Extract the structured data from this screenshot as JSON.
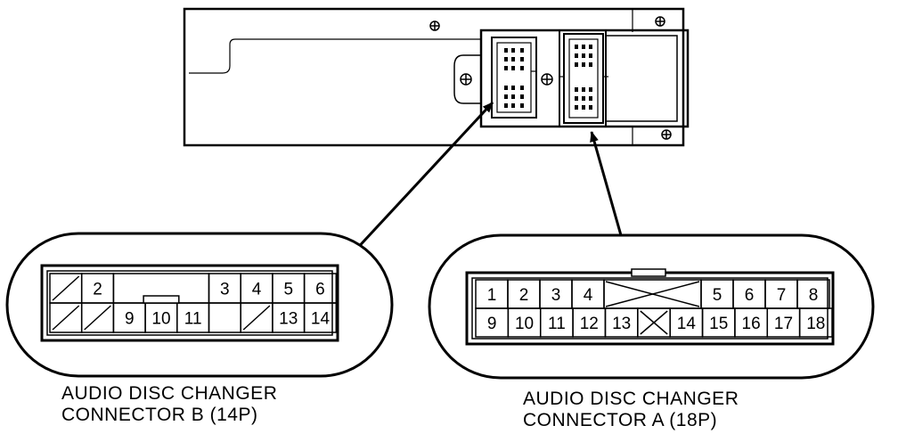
{
  "connector_b": {
    "caption_line1": "AUDIO DISC CHANGER",
    "caption_line2": "CONNECTOR B (14P)",
    "pins": [
      "2",
      "3",
      "4",
      "5",
      "6",
      "9",
      "10",
      "11",
      "13",
      "14"
    ]
  },
  "connector_a": {
    "caption_line1": "AUDIO DISC CHANGER",
    "caption_line2": "CONNECTOR A (18P)",
    "pins": [
      "1",
      "2",
      "3",
      "4",
      "5",
      "6",
      "7",
      "8",
      "9",
      "10",
      "11",
      "12",
      "13",
      "14",
      "15",
      "16",
      "17",
      "18"
    ]
  },
  "icons": [
    "screw-icon"
  ]
}
